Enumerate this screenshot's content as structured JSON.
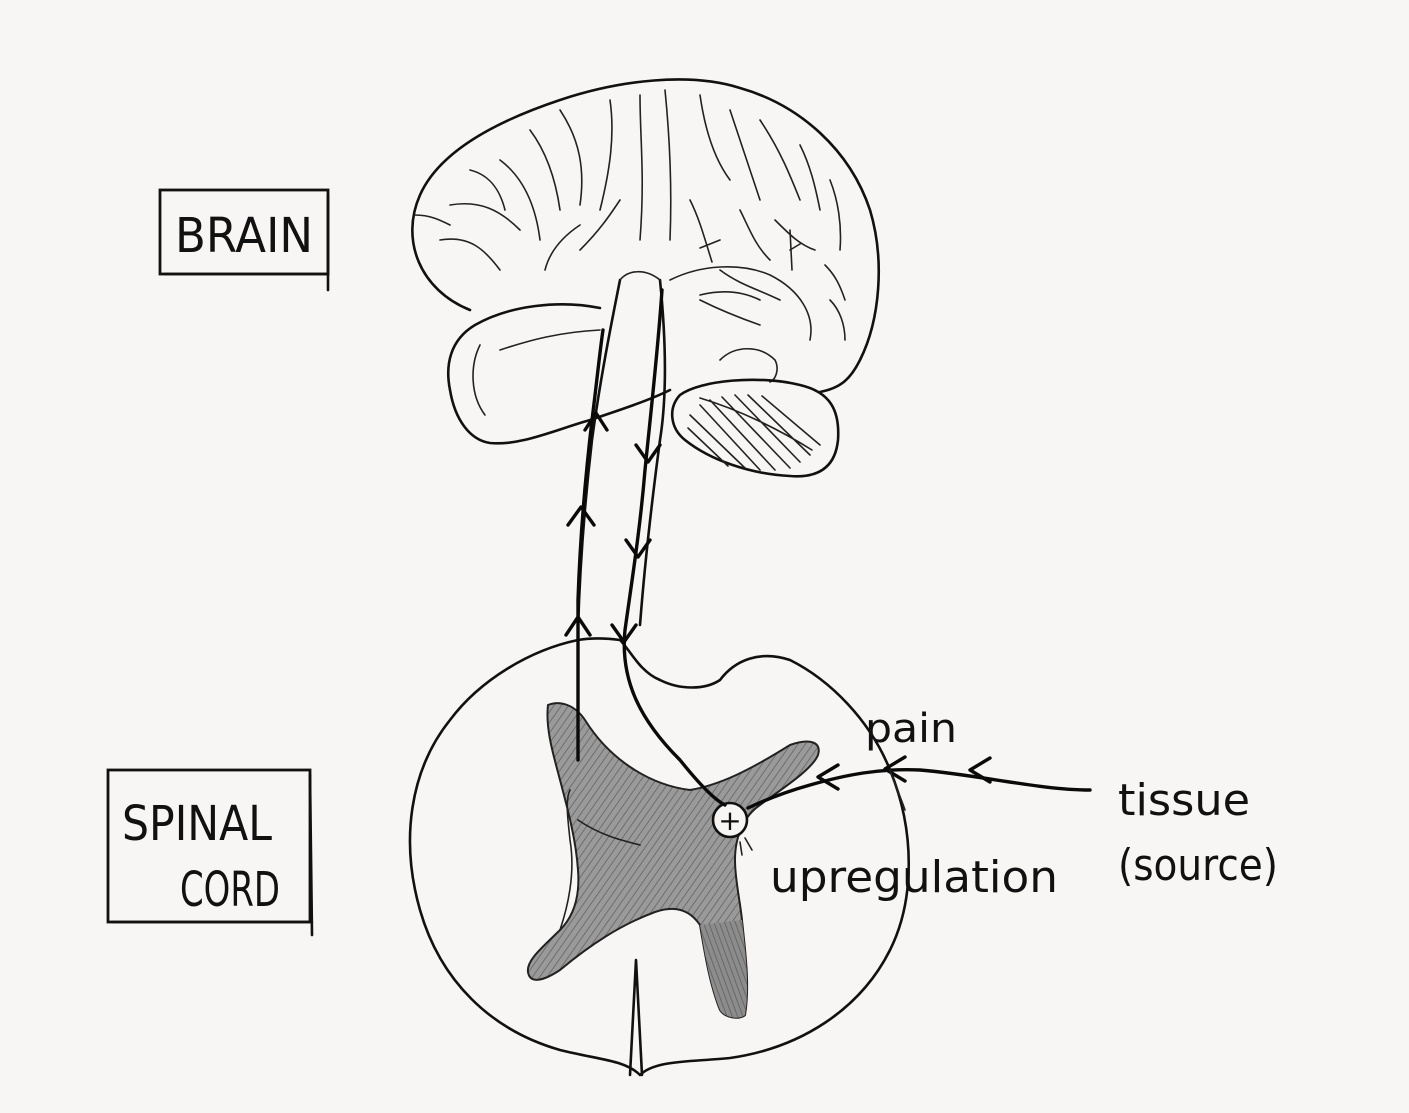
{
  "labels": {
    "brain": "BRAIN",
    "spinal_line1": "SPINAL",
    "spinal_line2": "CORD",
    "pain": "pain",
    "tissue_line1": "tissue",
    "tissue_line2": "(source)",
    "upregulation": "upregulation",
    "plus": "+"
  },
  "colors": {
    "paper": "#f7f6f4",
    "ink": "#111111",
    "grey_matter": "#8a8a8a"
  }
}
